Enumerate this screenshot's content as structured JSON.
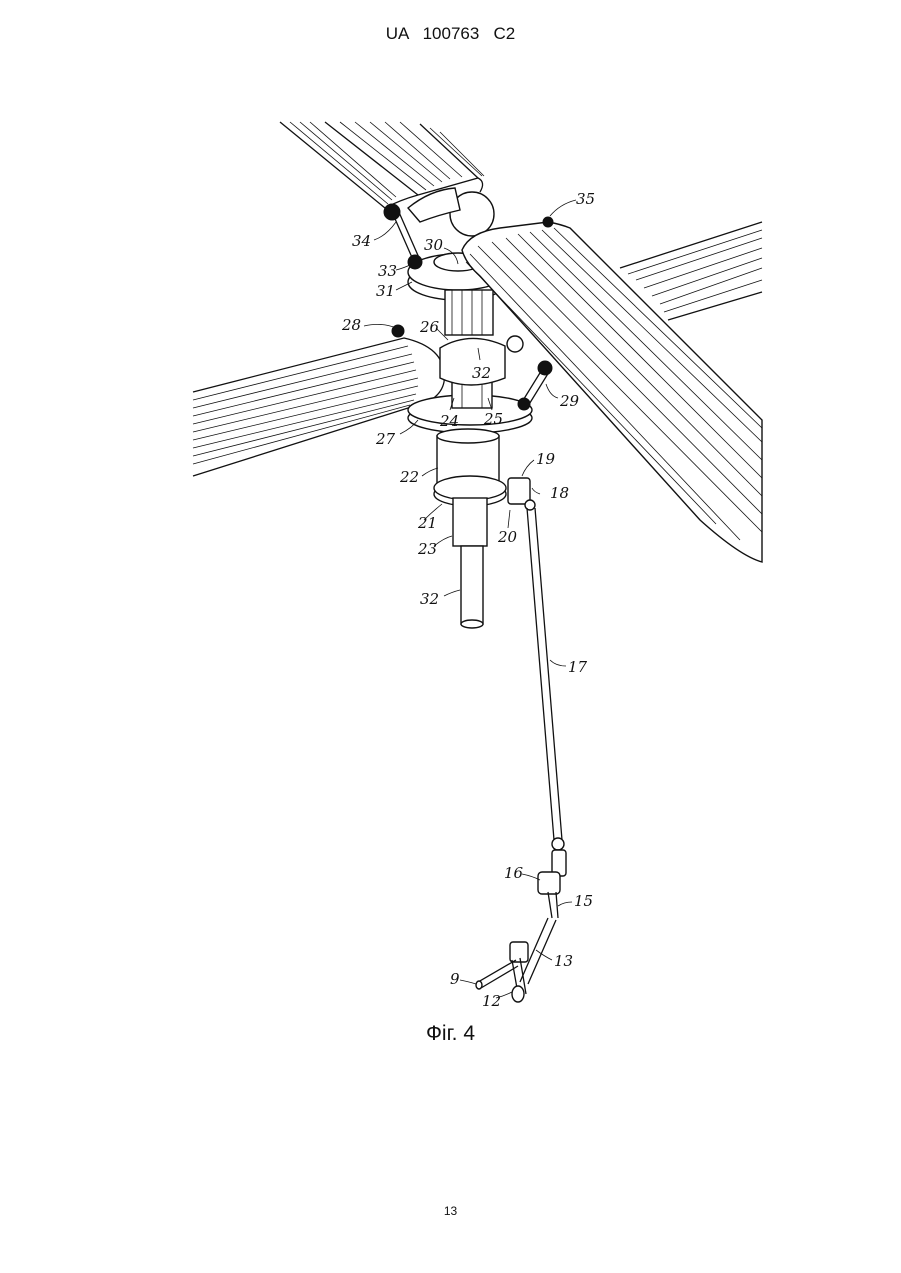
{
  "header": {
    "text": "UA   100763   C2"
  },
  "figure": {
    "caption": "Фіг. 4",
    "reference_numerals": [
      "34",
      "30",
      "33",
      "31",
      "35",
      "28",
      "26",
      "32",
      "29",
      "24",
      "25",
      "27",
      "22",
      "19",
      "18",
      "21",
      "20",
      "23",
      "32",
      "17",
      "16",
      "15",
      "13",
      "9",
      "12"
    ]
  },
  "page_number": "13"
}
